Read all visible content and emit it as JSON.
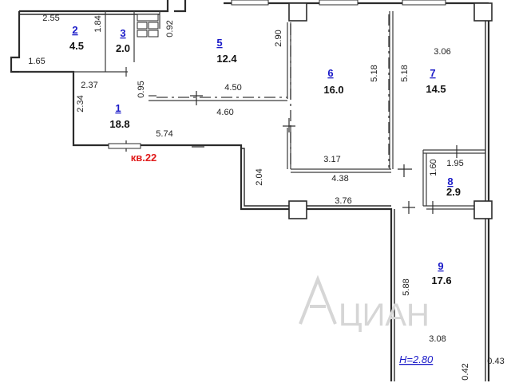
{
  "plan": {
    "apartment_label": "кв.22",
    "height_label": "H=2.80",
    "watermark": "ЦИАН",
    "rooms": [
      {
        "number": "1",
        "area": "18.8"
      },
      {
        "number": "2",
        "area": "4.5"
      },
      {
        "number": "3",
        "area": "2.0"
      },
      {
        "number": "5",
        "area": "12.4"
      },
      {
        "number": "6",
        "area": "16.0"
      },
      {
        "number": "7",
        "area": "14.5"
      },
      {
        "number": "8",
        "area": "2.9"
      },
      {
        "number": "9",
        "area": "17.6"
      }
    ],
    "dimensions": [
      "2.55",
      "1.84",
      "0.92",
      "2.90",
      "3.06",
      "1.65",
      "2.37",
      "0.95",
      "4.50",
      "2.34",
      "4.60",
      "5.18",
      "5.18",
      "5.74",
      "3.17",
      "4.38",
      "1.60",
      "1.95",
      "2.04",
      "3.76",
      "5.88",
      "3.08",
      "0.43",
      "0.42"
    ]
  }
}
